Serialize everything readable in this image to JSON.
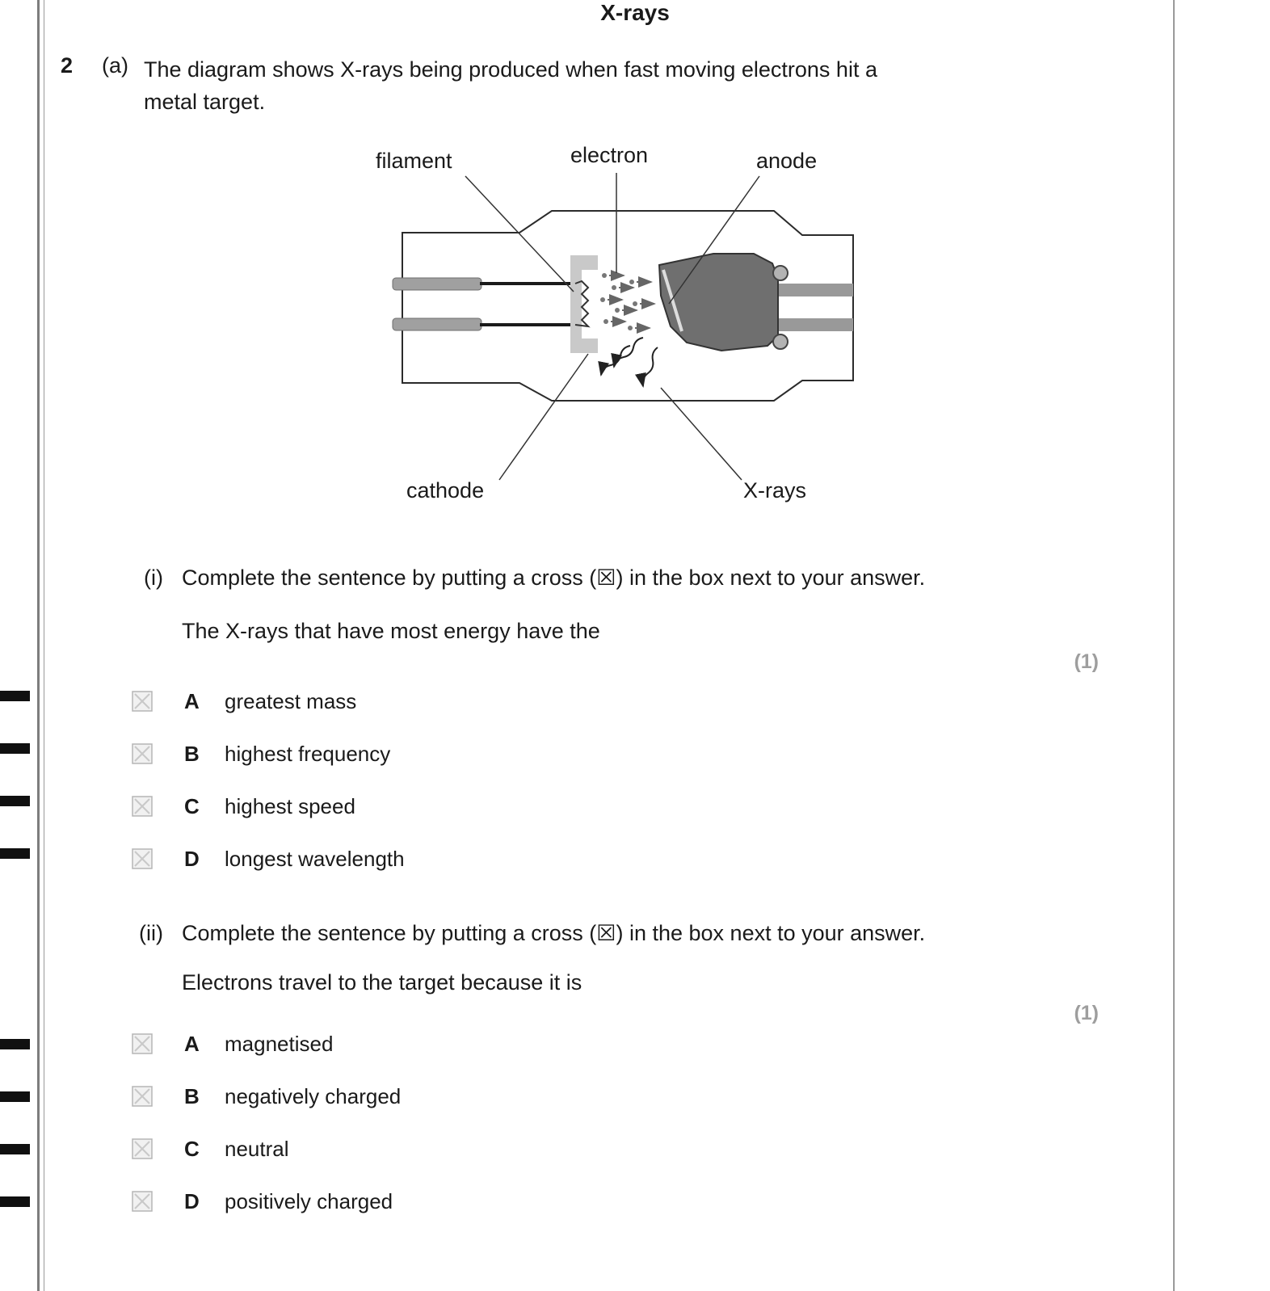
{
  "header": {
    "title": "X-rays"
  },
  "question": {
    "number": "2",
    "part_label": "(a)",
    "part_text_lines": [
      "The diagram shows X-rays being produced when fast moving electrons hit a",
      "metal target."
    ]
  },
  "diagram": {
    "labels": {
      "filament": "filament",
      "electron": "electron",
      "anode": "anode",
      "cathode": "cathode",
      "xrays": "X-rays"
    }
  },
  "part_i": {
    "label": "(i)",
    "prompt": "Complete the sentence by putting a cross (☒) in the box next to your answer.",
    "sentence": "The X-rays that have most energy have the",
    "marks": "(1)",
    "options": [
      {
        "letter": "A",
        "text": "greatest mass"
      },
      {
        "letter": "B",
        "text": "highest frequency"
      },
      {
        "letter": "C",
        "text": "highest speed"
      },
      {
        "letter": "D",
        "text": "longest wavelength"
      }
    ]
  },
  "part_ii": {
    "label": "(ii)",
    "prompt": "Complete the sentence by putting a cross (☒) in the box next to your answer.",
    "sentence": "Electrons travel to the target because it is",
    "marks": "(1)",
    "options": [
      {
        "letter": "A",
        "text": "magnetised"
      },
      {
        "letter": "B",
        "text": "negatively charged"
      },
      {
        "letter": "C",
        "text": "neutral"
      },
      {
        "letter": "D",
        "text": "positively charged"
      }
    ]
  }
}
